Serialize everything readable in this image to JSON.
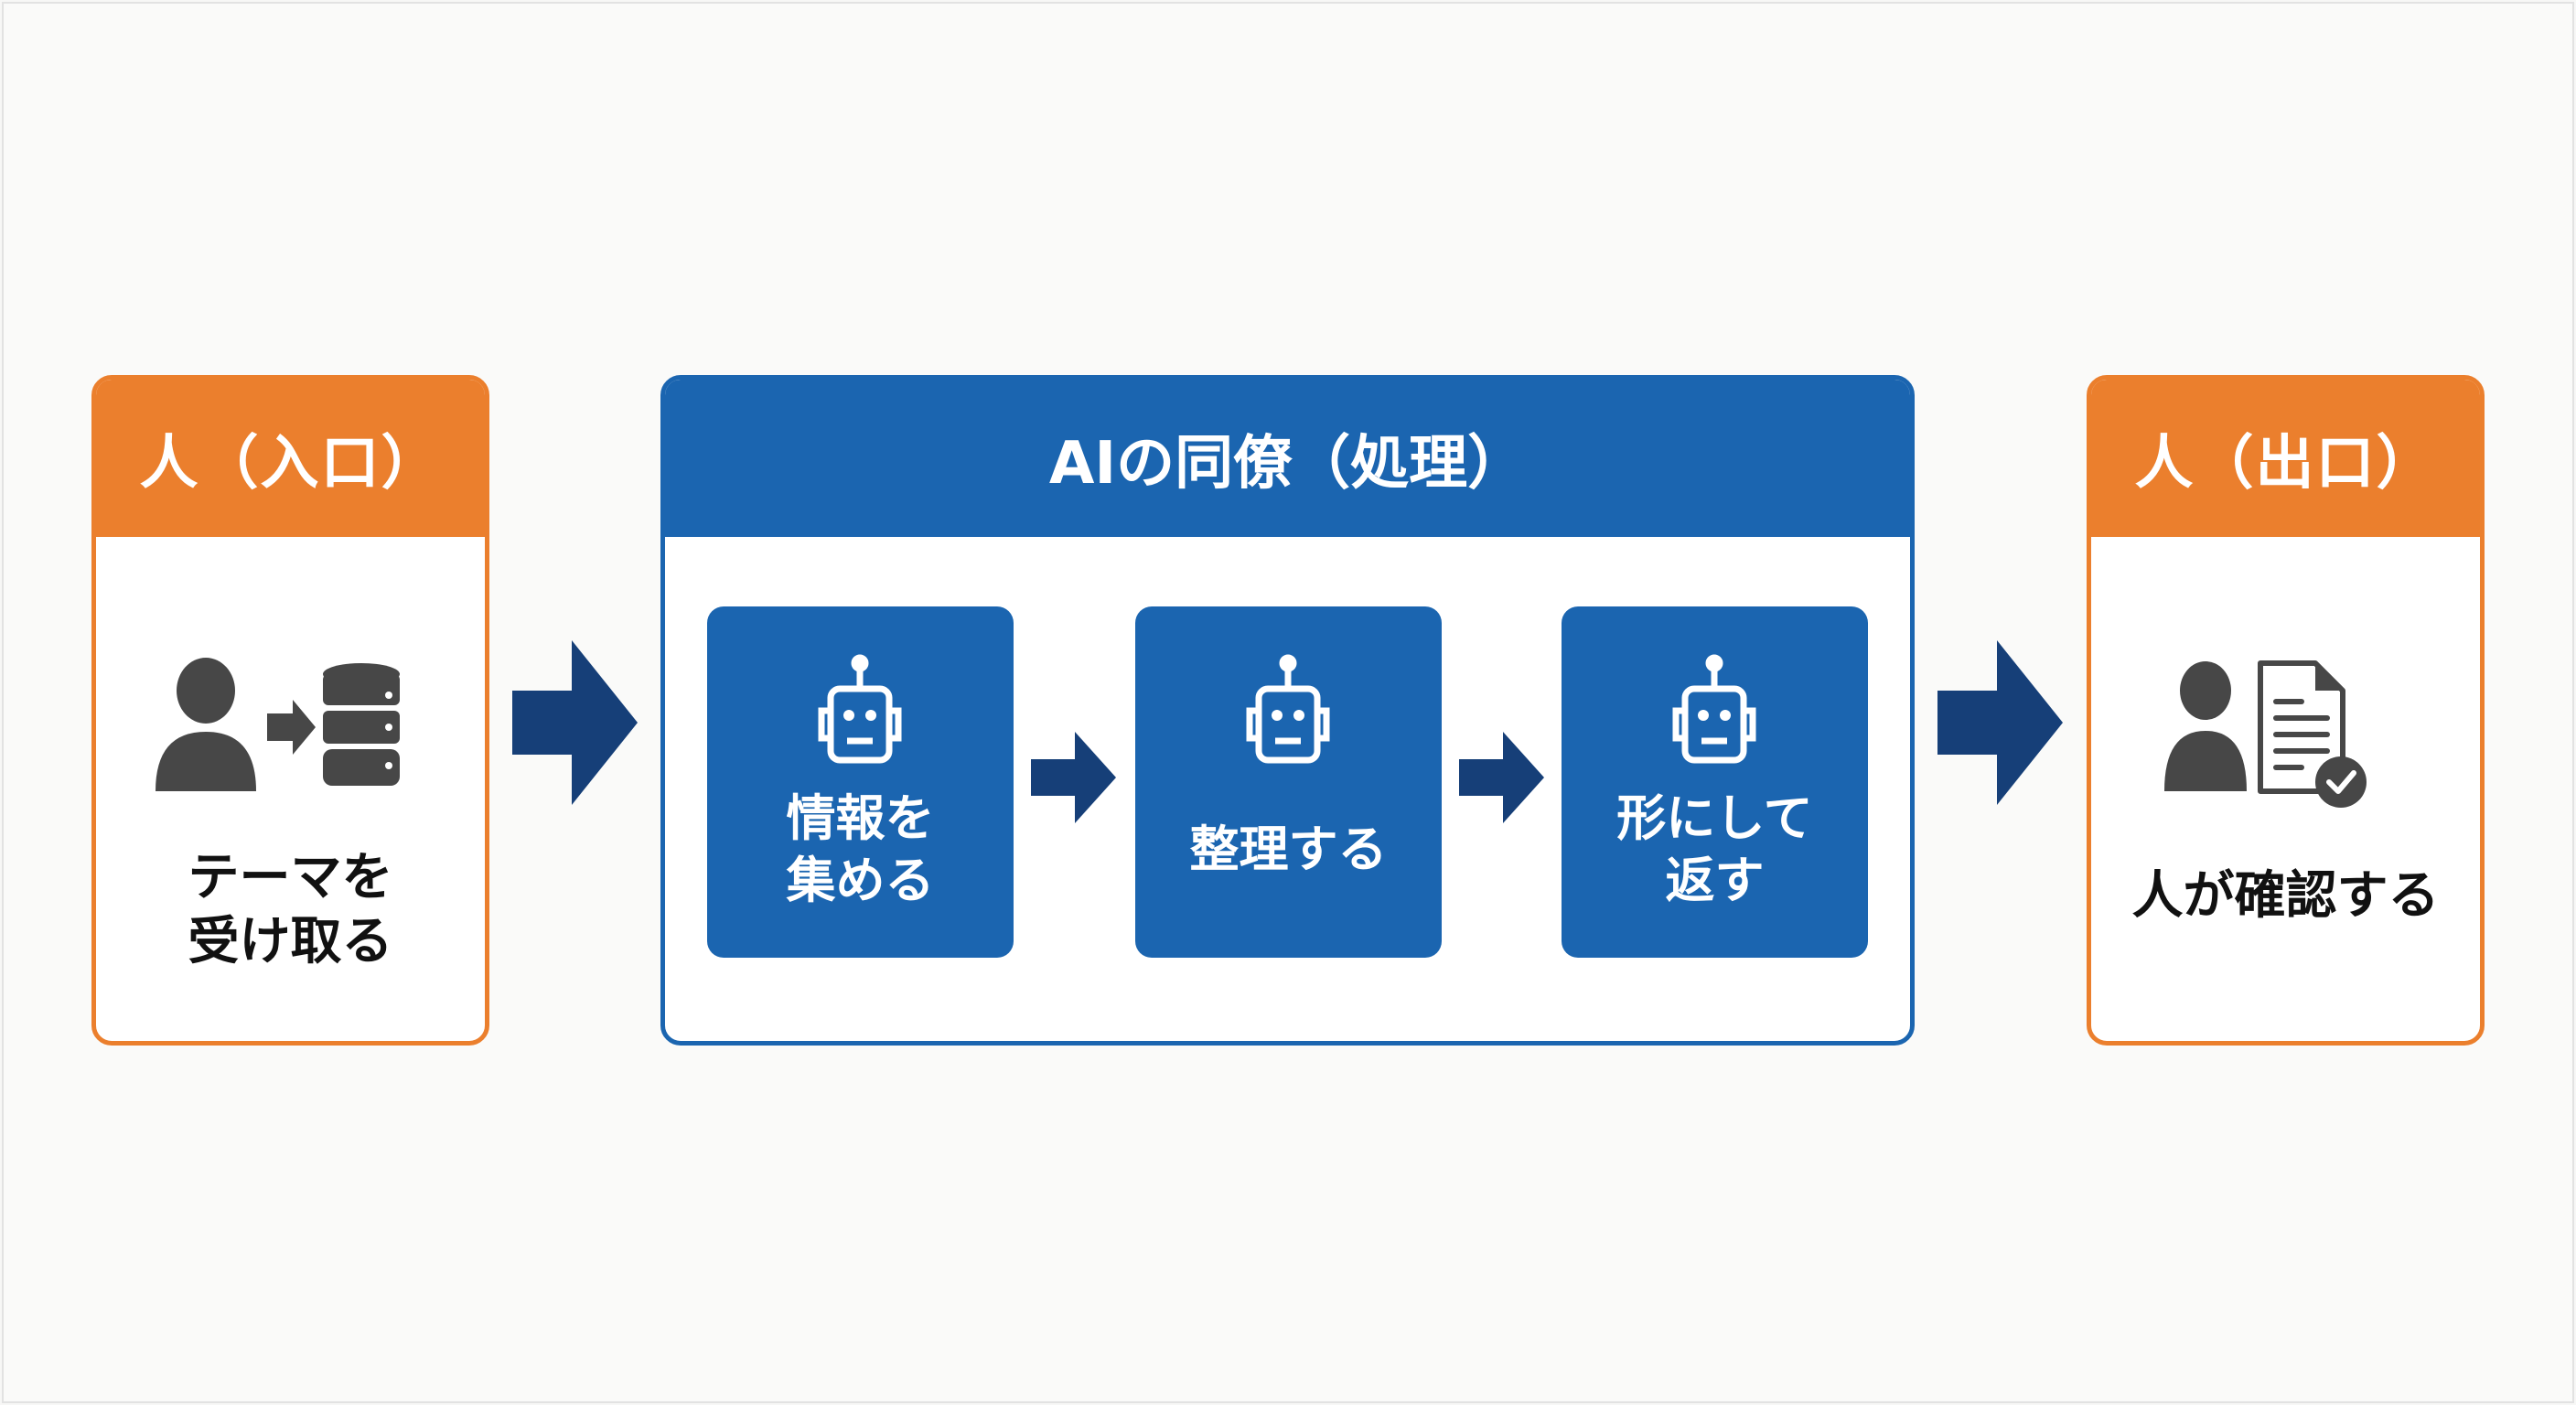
{
  "input_box": {
    "header": "人（入口）",
    "line1": "テーマを",
    "line2": "受け取る",
    "icons": [
      "person-icon",
      "arrow-icon",
      "database-icon"
    ]
  },
  "ai_box": {
    "header": "AIの同僚（処理）",
    "steps": [
      {
        "line1": "情報を",
        "line2": "集める",
        "icon": "robot-icon"
      },
      {
        "line1": "整理する",
        "icon": "robot-icon"
      },
      {
        "line1": "形にして",
        "line2": "返す",
        "icon": "robot-icon"
      }
    ]
  },
  "output_box": {
    "header": "人（出口）",
    "line1": "人が確認する",
    "icons": [
      "person-icon",
      "document-check-icon"
    ]
  },
  "colors": {
    "orange": "#eb7f2d",
    "blue": "#1b65b0",
    "arrow": "#163f78",
    "icon_gray": "#444444"
  }
}
